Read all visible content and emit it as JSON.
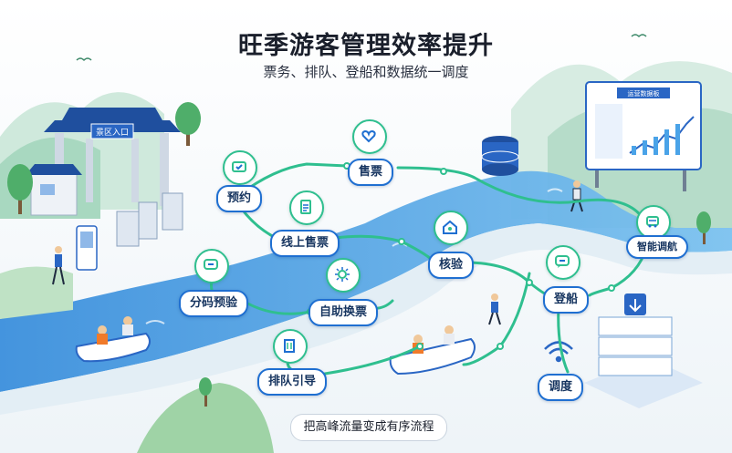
{
  "title": "旺季游客管理效率提升",
  "subtitle": "票务、排队、登船和数据统一调度",
  "gate_sign": "景区入口",
  "dashboard_title": "运营数据板",
  "steps": {
    "yuyue": "预约",
    "shoupiao": "售票",
    "xianshang": "线上售票",
    "fenma": "分码预验",
    "hexiao": "核验",
    "zizhu": "自助换票",
    "paidui": "排队引导",
    "dengchuan": "登船",
    "zhineng": "智能调航",
    "diaodu": "调度"
  },
  "footer": "把高峰流量变成有序流程",
  "colors": {
    "flow_line": "#2fbf8f",
    "step_border": "#1f6fd1",
    "river": "#4aa3e8"
  },
  "icons": [
    "ticket-icon",
    "heart-icon",
    "document-icon",
    "gear-icon",
    "home-icon",
    "building-icon",
    "database-icon",
    "chat-icon",
    "car-icon",
    "wifi-icon"
  ]
}
